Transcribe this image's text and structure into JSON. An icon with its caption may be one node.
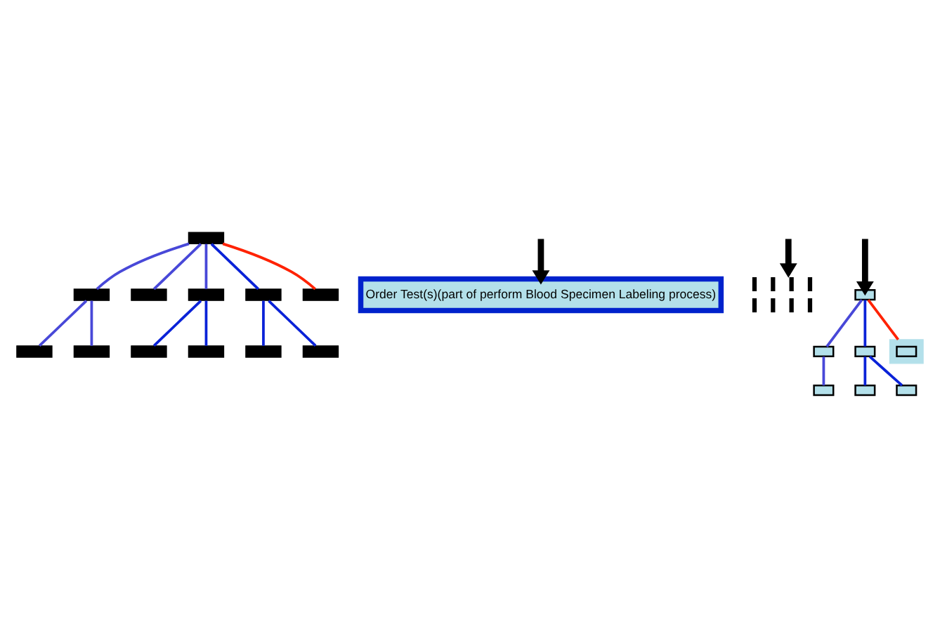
{
  "diagram": {
    "nodes": [
      {
        "text": [],
        "shape": "box"
      },
      {
        "text": [],
        "shape": "box"
      },
      {
        "text": [],
        "shape": "box"
      },
      {
        "text": [],
        "shape": "box"
      },
      {
        "text": [],
        "shape": "box"
      },
      {
        "text": [],
        "shape": "box"
      },
      {
        "text": [],
        "shape": "box"
      },
      {
        "text": [],
        "shape": "box"
      },
      {
        "text": [],
        "shape": "box"
      },
      {
        "text": [],
        "shape": "box"
      },
      {
        "text": [],
        "shape": "box"
      },
      {
        "text": [],
        "shape": "box"
      },
      {
        "text": [
          "Order Test(s)(part of perform Blood Specimen Labeling process)"
        ]
      },
      {
        "text": [],
        "shape": "picture"
      },
      {
        "text": [],
        "shape": "box"
      },
      {
        "text": [],
        "shape": "box"
      },
      {
        "text": [],
        "shape": "box"
      },
      {
        "text": [],
        "shape": "box"
      },
      {
        "text": [],
        "shape": "box"
      },
      {
        "text": [],
        "shape": "box"
      },
      {
        "text": [],
        "shape": "box"
      },
      {
        "text": [],
        "shape": "box",
        "in": 20
      }
    ],
    "edges": [
      {
        "from": 0,
        "to": 1,
        "arrow": "none",
        "color": "#4848d8"
      },
      {
        "from": 0,
        "to": 2,
        "arrow": "none",
        "color": "#4848d8"
      },
      {
        "from": 0,
        "to": 3,
        "arrow": "none",
        "color": "#4848d8"
      },
      {
        "from": 0,
        "to": 4,
        "arrow": "none",
        "color": "#0a22d8"
      },
      {
        "from": 0,
        "to": 5,
        "arrow": "none",
        "color": "#ff2200"
      },
      {
        "from": 1,
        "to": 6,
        "arrow": "none",
        "color": "#4848d8"
      },
      {
        "from": 1,
        "to": 7,
        "arrow": "none",
        "color": "#4848d8"
      },
      {
        "from": 3,
        "to": 8,
        "arrow": "none",
        "color": "#0a22d8"
      },
      {
        "from": 3,
        "to": 9,
        "arrow": "none",
        "color": "#0a22d8"
      },
      {
        "from": 4,
        "to": 10,
        "arrow": "none",
        "color": "#0a22d8"
      },
      {
        "from": 4,
        "to": 11,
        "arrow": "none",
        "color": "#0a22d8"
      },
      {
        "from": null,
        "to": 12,
        "arrow": "to",
        "style": "thick",
        "color": "#000000"
      },
      {
        "from": null,
        "to": 13,
        "arrow": "to",
        "style": "thick",
        "color": "#000000"
      },
      {
        "from": null,
        "to": 14,
        "arrow": "to",
        "style": "thick",
        "color": "#000000"
      },
      {
        "from": 14,
        "to": 15,
        "arrow": "none",
        "color": "#4848d8"
      },
      {
        "from": 14,
        "to": 17,
        "arrow": "none",
        "color": "#0a22d8"
      },
      {
        "from": 14,
        "to": 20,
        "arrow": "none",
        "color": "#ff2200"
      },
      {
        "from": 15,
        "to": 16,
        "arrow": "none",
        "color": "#4848d8"
      },
      {
        "from": 17,
        "to": 18,
        "arrow": "none",
        "color": "#0a22d8"
      },
      {
        "from": 17,
        "to": 19,
        "arrow": "none",
        "color": "#0a22d8"
      }
    ]
  }
}
